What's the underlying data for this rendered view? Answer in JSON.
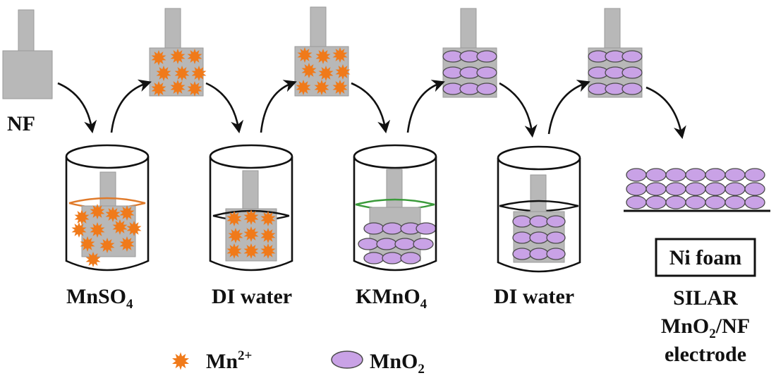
{
  "labels": {
    "nf": "NF",
    "beaker1": {
      "main": "MnSO",
      "sub": "4"
    },
    "beaker2": "DI water",
    "beaker3": {
      "main": "KMnO",
      "sub": "4"
    },
    "beaker4": "DI water",
    "ni_foam": "Ni foam",
    "result_line1": "SILAR",
    "result_line2": {
      "a": "MnO",
      "sub": "2",
      "b": "/NF"
    },
    "result_line3": "electrode"
  },
  "legend": {
    "mn_ion": {
      "main": "Mn",
      "sup": "2+"
    },
    "mno2": {
      "main": "MnO",
      "sub": "2"
    }
  },
  "colors": {
    "foam": "#b8b8b8",
    "foam_stroke": "#9a9a9a",
    "mn_ion": "#f07a1a",
    "mno2_fill": "#c9a2e6",
    "mno2_stroke": "#4a4a4a",
    "mnso4_liquid": "#e07a2a",
    "kmno4_liquid": "#3a9a3a",
    "line": "#111111"
  },
  "icons": {
    "mn_ion": "orange-star-icon",
    "mno2": "purple-ellipse-icon",
    "arrow": "curved-arrow-icon"
  }
}
